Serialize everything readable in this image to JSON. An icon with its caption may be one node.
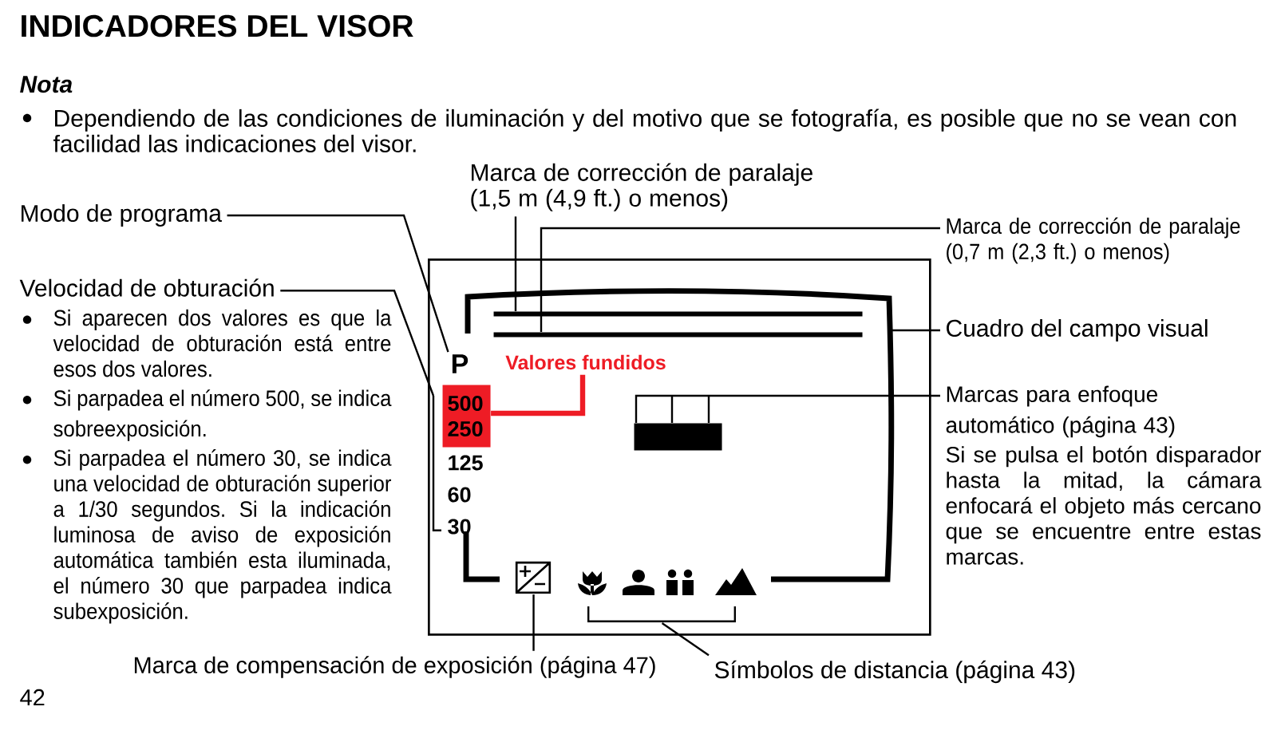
{
  "diagram": {
    "title": "INDICADORES DEL VISOR",
    "nodes": [
      {
        "text": [
          "Marca de corrección de paralaje (1,5 m (4,9 ft.) o menos)"
        ]
      },
      {
        "text": [
          "Modo de programa"
        ]
      },
      {
        "text": [
          "Marca de corrección de paralaje (0,7 m (2,3 ft.) o menos)"
        ]
      },
      {
        "text": [
          "Velocidad de obturación",
          "Si aparecen dos valores es que la velocidad de obturación está entre esos dos valores.",
          "Si parpadea el número 500, se indica sobreexposición.",
          "Si parpadea el número 30, se indica una velocidad de obturación superior a 1/30 segundos. Si la indicación luminosa de aviso de exposición automática también esta iluminada, el número 30 que parpadea indica subexposición."
        ]
      },
      {
        "text": [
          "Cuadro del campo visual"
        ]
      },
      {
        "text": [
          "Valores fundidos"
        ],
        "in": 10
      },
      {
        "text": [
          "Marcas para enfoque automático (página 43)",
          "Si se pulsa el botón disparador hasta la mitad, la cámara enfocará el objeto más cercano que se encuentre entre estas marcas."
        ]
      },
      {
        "text": [
          "Marca de compensación de exposición (página 47)"
        ]
      },
      {
        "text": [
          "Símbolos de distancia (página 43)"
        ]
      },
      {
        "text": [],
        "shape": "box"
      },
      {
        "text": [],
        "shape": "box",
        "in": 9
      },
      {
        "text": [],
        "shape": "bar",
        "in": 10
      },
      {
        "text": [],
        "shape": "bar",
        "in": 10
      },
      {
        "text": [
          "P"
        ],
        "in": 9
      },
      {
        "text": [
          "500",
          "250"
        ],
        "in": 9
      },
      {
        "text": [],
        "shape": "box",
        "in": 10
      },
      {
        "text": [],
        "shape": "picture",
        "in": 9
      },
      {
        "text": [],
        "shape": "bracket",
        "in": 9
      },
      {
        "text": [],
        "shape": "bracket",
        "in": 9
      }
    ],
    "edges": [
      {
        "from": 0,
        "to": 11,
        "arrow": "none"
      },
      {
        "from": 1,
        "to": 13,
        "arrow": "none"
      },
      {
        "from": 2,
        "to": 12,
        "arrow": "none"
      },
      {
        "from": 3,
        "to": 17,
        "arrow": "none"
      },
      {
        "from": 4,
        "to": 10,
        "arrow": "none"
      },
      {
        "from": 5,
        "to": 14,
        "arrow": "none",
        "style": "thick",
        "color": "#ee1c25"
      },
      {
        "from": 6,
        "to": 15,
        "arrow": "none"
      },
      {
        "from": 7,
        "to": 16,
        "arrow": "none"
      },
      {
        "from": 8,
        "to": 18,
        "arrow": "none"
      }
    ],
    "labels": [
      "Nota",
      "Dependiendo de las condiciones de iluminación y del motivo que se fotografía, es posible que no se vean con facilidad las indicaciones del visor.",
      "125",
      "60",
      "30",
      "42"
    ]
  }
}
